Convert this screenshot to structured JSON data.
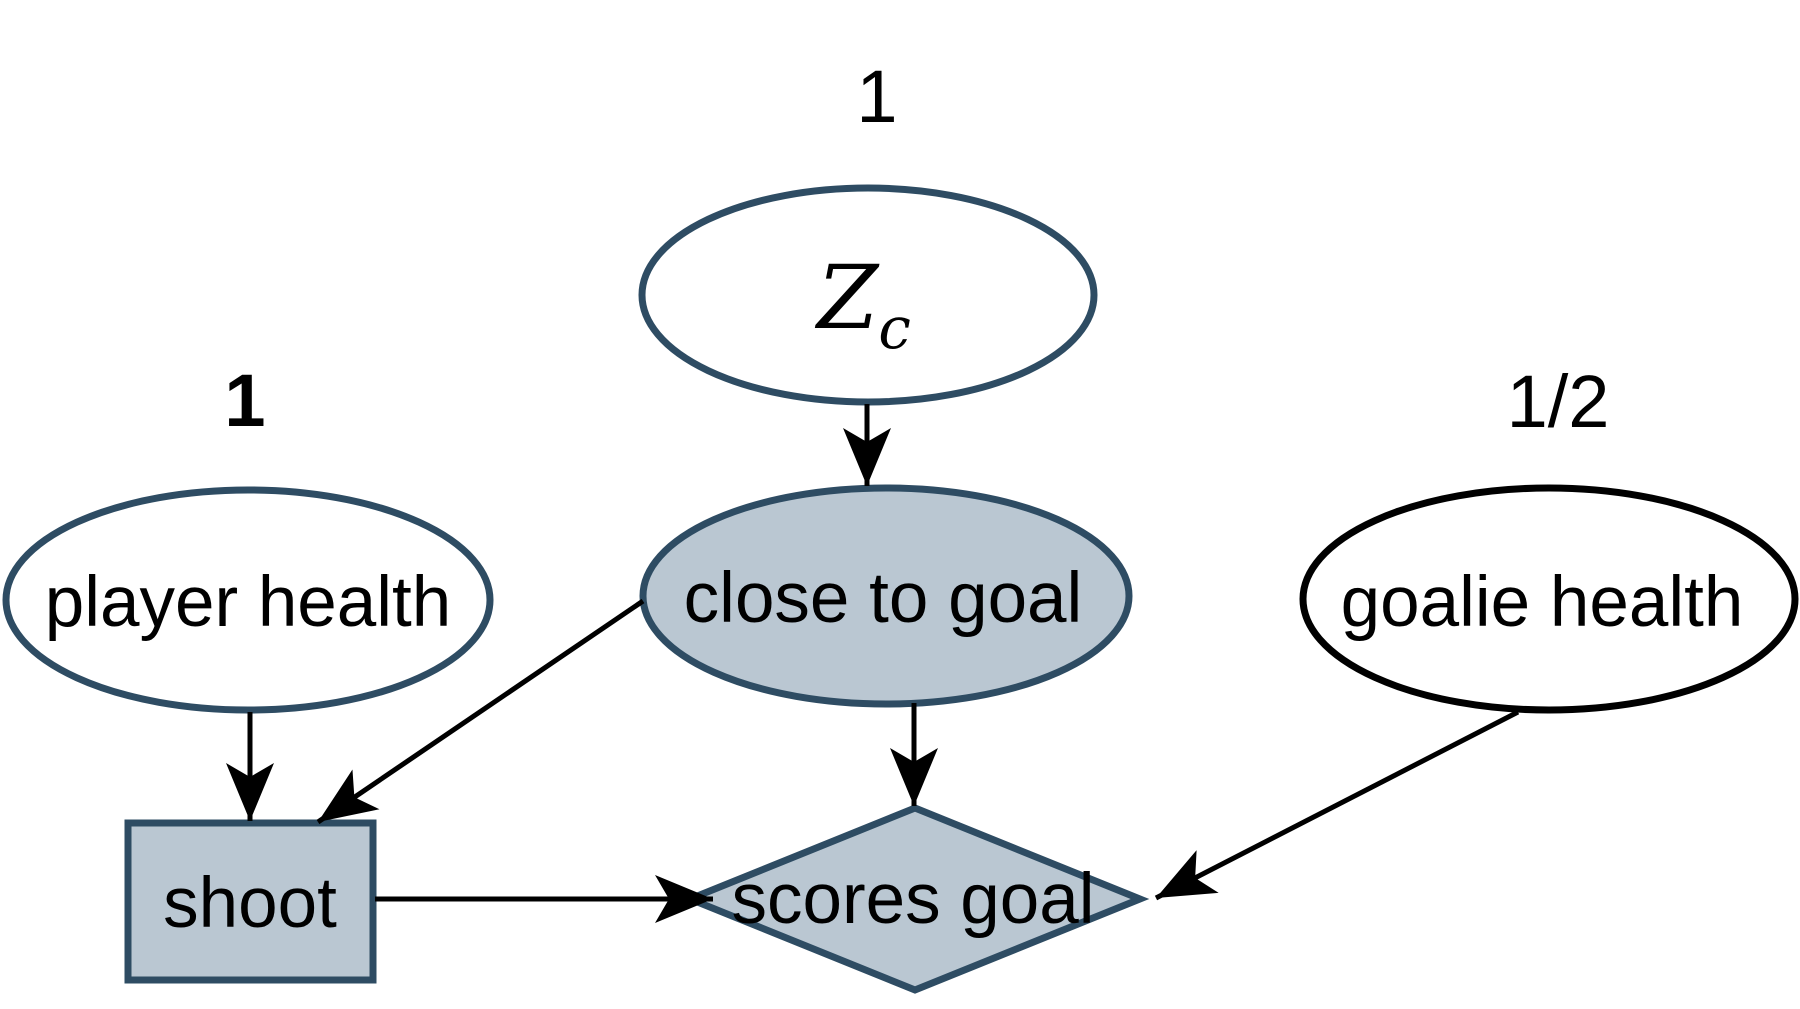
{
  "diagram": {
    "type": "causal-graph",
    "colors": {
      "background": "#ffffff",
      "shaded_node_fill": "#bac7d2",
      "plain_node_fill": "#ffffff",
      "slate_node_stroke": "#2e4c63",
      "black_node_stroke": "#000000",
      "edge_color": "#000000",
      "text_color": "#000000"
    },
    "nodes": {
      "zc": {
        "label_main": "Z",
        "label_sub": "c",
        "annotation": "1",
        "shape": "ellipse",
        "fill": "#ffffff",
        "stroke": "#2e4c63"
      },
      "player_health": {
        "label": "player health",
        "annotation": "1",
        "shape": "ellipse",
        "fill": "#ffffff",
        "stroke": "#2e4c63"
      },
      "close_to_goal": {
        "label": "close to goal",
        "shape": "ellipse",
        "fill": "#bac7d2",
        "stroke": "#2e4c63"
      },
      "goalie_health": {
        "label": "goalie health",
        "annotation": "1/2",
        "shape": "ellipse",
        "fill": "#ffffff",
        "stroke": "#000000"
      },
      "shoot": {
        "label": "shoot",
        "shape": "rectangle",
        "fill": "#bac7d2",
        "stroke": "#2e4c63"
      },
      "scores_goal": {
        "label": "scores goal",
        "shape": "diamond",
        "fill": "#bac7d2",
        "stroke": "#2e4c63"
      }
    },
    "edges": [
      {
        "from": "Zc",
        "to": "close to goal"
      },
      {
        "from": "player health",
        "to": "shoot"
      },
      {
        "from": "close to goal",
        "to": "shoot"
      },
      {
        "from": "close to goal",
        "to": "scores goal"
      },
      {
        "from": "shoot",
        "to": "scores goal"
      },
      {
        "from": "goalie health",
        "to": "scores goal"
      }
    ]
  }
}
